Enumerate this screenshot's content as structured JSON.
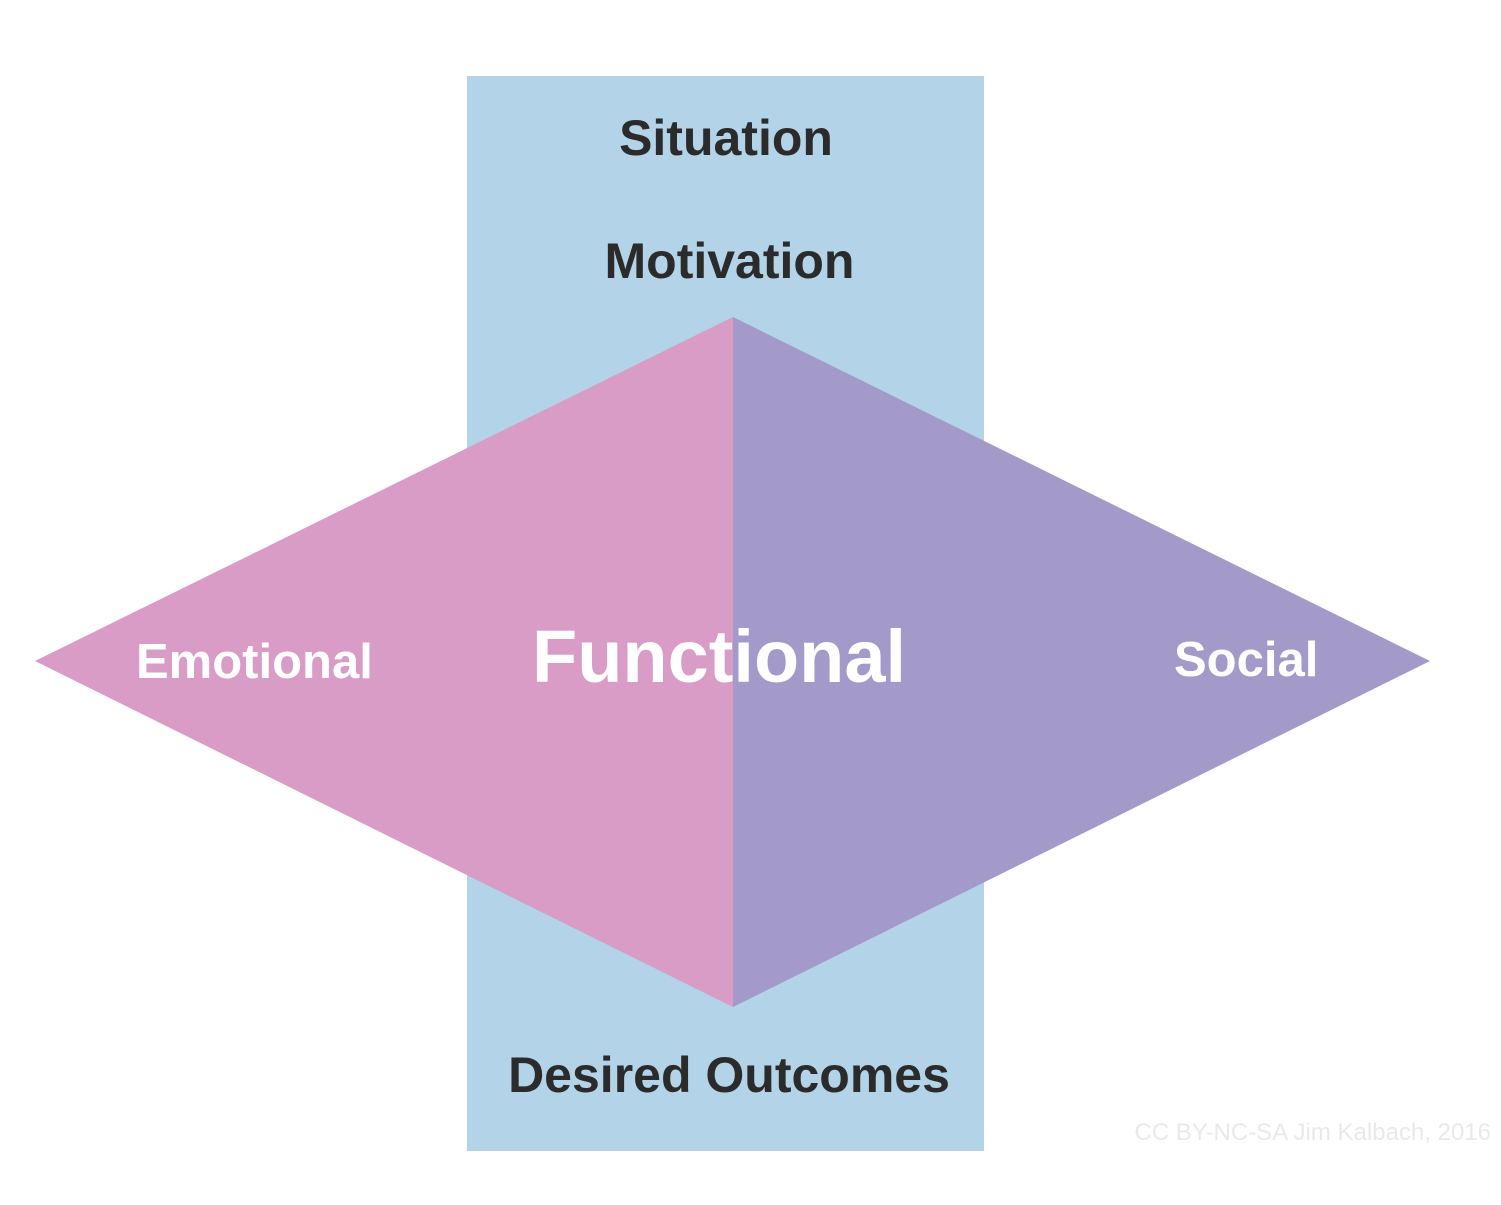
{
  "diagram": {
    "labels": {
      "situation": "Situation",
      "motivation": "Motivation",
      "desired_outcomes": "Desired Outcomes",
      "emotional": "Emotional",
      "functional": "Functional",
      "social": "Social"
    },
    "credit": "CC BY-NC-SA Jim Kalbach, 2016",
    "colors": {
      "column": "#b3d3e8",
      "emotional_half": "#d99cc6",
      "social_half": "#a39aca",
      "dark_text": "#2b2b2b",
      "light_text": "#ffffff"
    }
  }
}
